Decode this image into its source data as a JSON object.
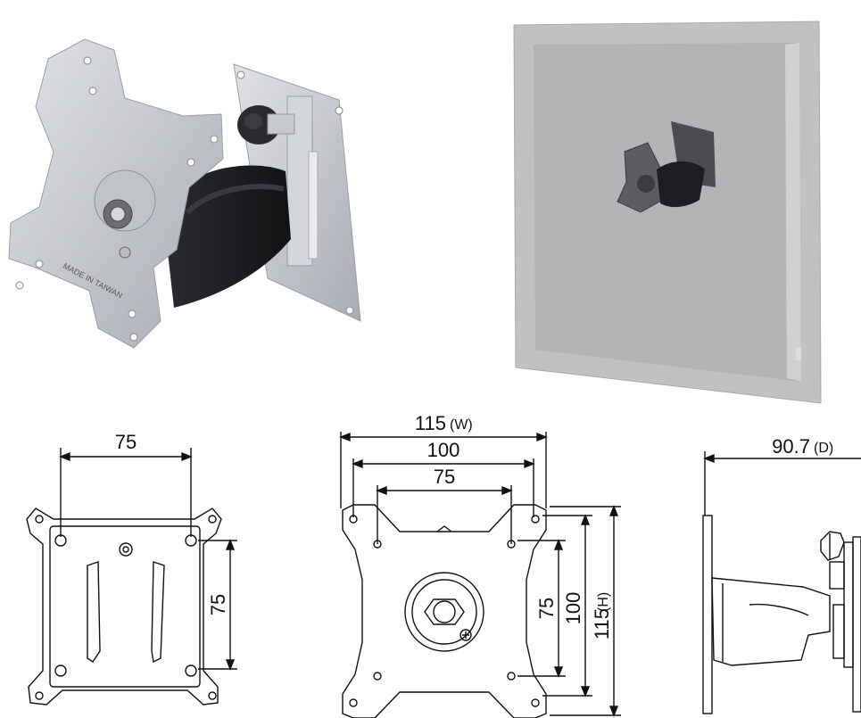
{
  "drawing_a": {
    "width_label": "75",
    "height_label": "75"
  },
  "drawing_b": {
    "overall_width_value": "115",
    "overall_width_suffix": "(W)",
    "width_100": "100",
    "width_75": "75",
    "height_75": "75",
    "height_100": "100",
    "overall_height_value": "115",
    "overall_height_suffix": "(H)"
  },
  "drawing_c": {
    "depth_value": "90.7",
    "depth_suffix": "(D)"
  },
  "colors": {
    "bracket_silver": "#c9ccd0",
    "arm_black": "#1f1f22",
    "monitor_gray": "#b9babb",
    "line": "#111111"
  }
}
